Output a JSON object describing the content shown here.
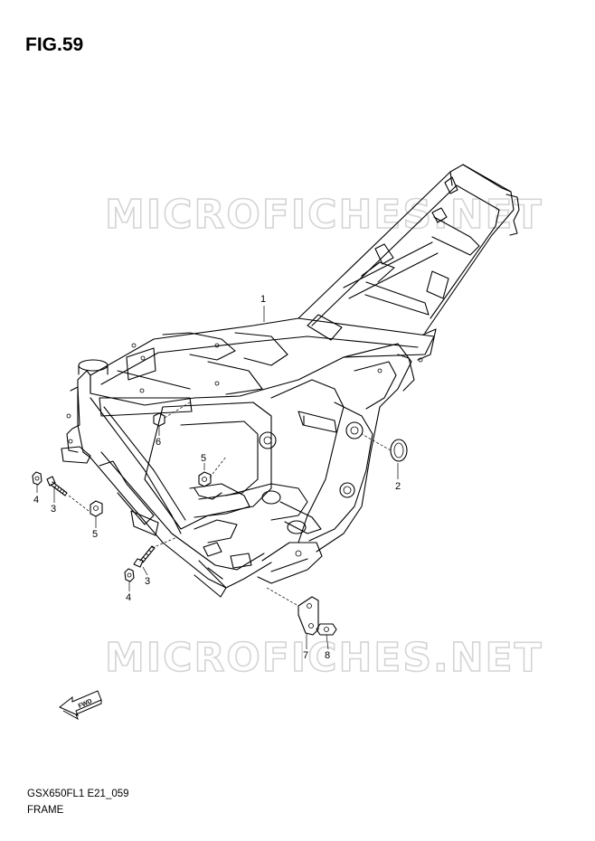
{
  "figure": {
    "title": "FIG.59",
    "model_code": "GSX650FL1 E21_059",
    "section_name": "FRAME"
  },
  "watermark": "MICROFICHES.NET",
  "direction_arrow_label": "FWD",
  "callouts": [
    {
      "id": "c1",
      "label": "1"
    },
    {
      "id": "c2",
      "label": "2"
    },
    {
      "id": "c3a",
      "label": "3"
    },
    {
      "id": "c3b",
      "label": "3"
    },
    {
      "id": "c4a",
      "label": "4"
    },
    {
      "id": "c4b",
      "label": "4"
    },
    {
      "id": "c5a",
      "label": "5"
    },
    {
      "id": "c5b",
      "label": "5"
    },
    {
      "id": "c6",
      "label": "6"
    },
    {
      "id": "c7",
      "label": "7"
    },
    {
      "id": "c8",
      "label": "8"
    }
  ]
}
